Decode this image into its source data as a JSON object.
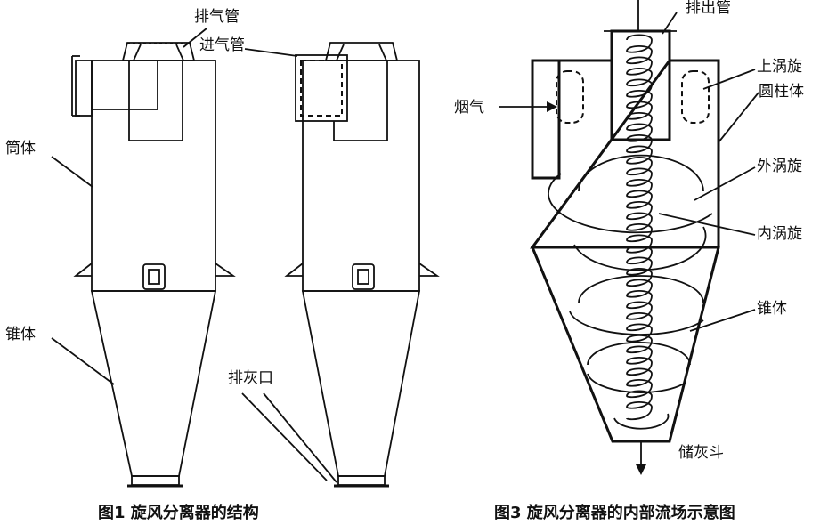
{
  "figure1": {
    "caption": "图1  旋风分离器的结构",
    "labels": {
      "exhaust_pipe": "排气管",
      "inlet_pipe": "进气管",
      "cylinder": "筒体",
      "cone": "锥体",
      "ash_outlet": "排灰口"
    }
  },
  "figure3": {
    "caption": "图3  旋风分离器的内部流场示意图",
    "labels": {
      "outlet_pipe": "排出管",
      "upper_vortex": "上涡旋",
      "cylinder": "圆柱体",
      "flue_gas": "烟气",
      "outer_vortex": "外涡旋",
      "inner_vortex": "内涡旋",
      "cone": "锥体",
      "ash_hopper": "储灰斗"
    }
  }
}
